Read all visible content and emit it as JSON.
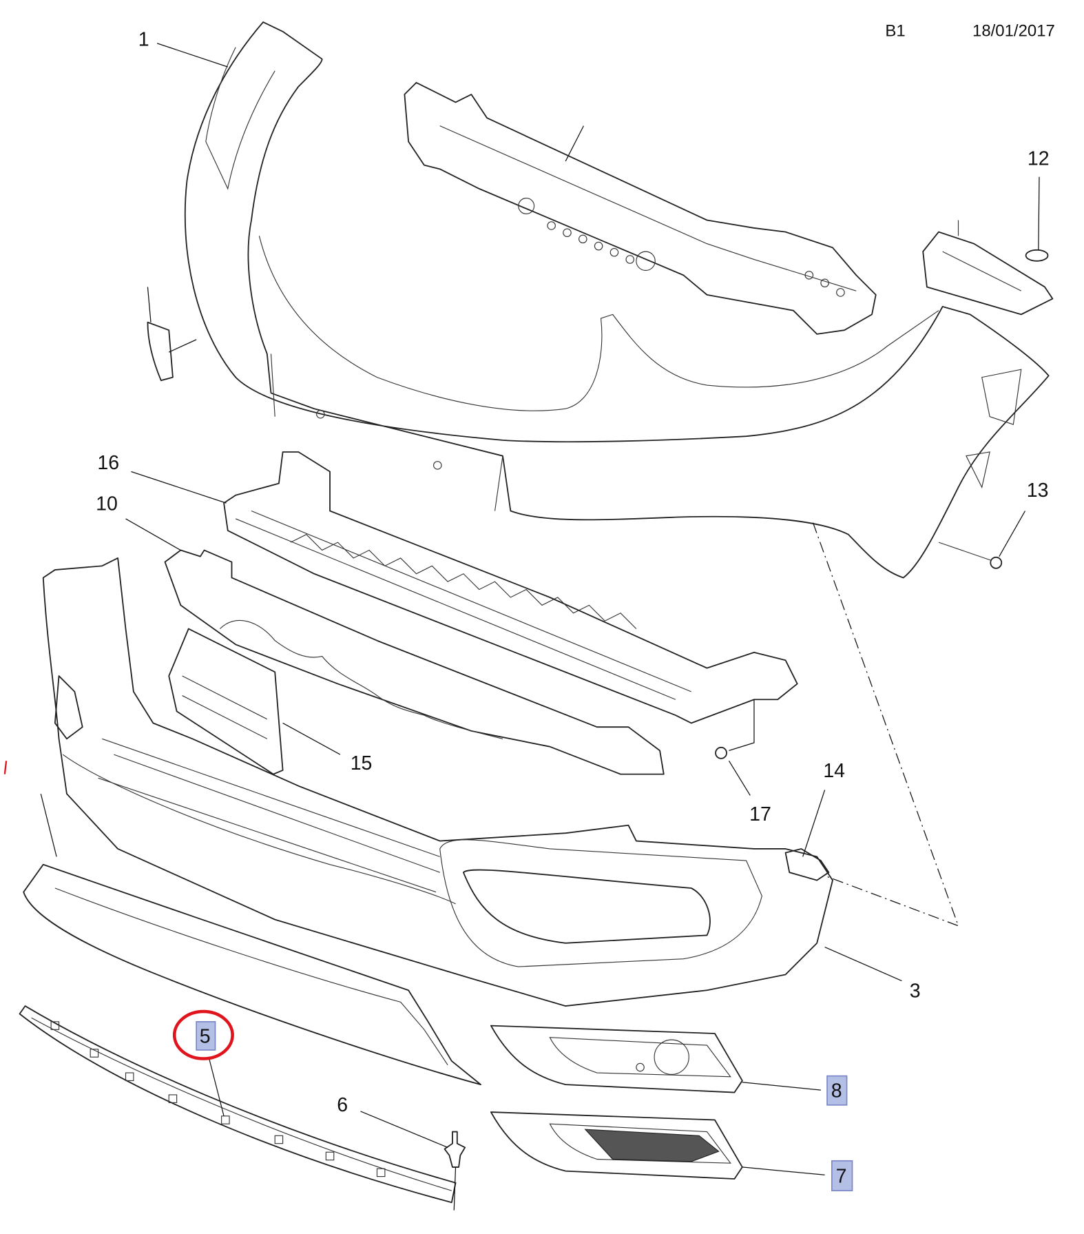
{
  "header": {
    "sheet": "B1",
    "date": "18/01/2017"
  },
  "callouts": {
    "p1": "1",
    "p3": "3",
    "p5": "5",
    "p6": "6",
    "p7": "7",
    "p8": "8",
    "p10": "10",
    "p12": "12",
    "p13": "13",
    "p14": "14",
    "p15": "15",
    "p16": "16",
    "p17": "17"
  },
  "highlighted_callouts": [
    "5",
    "7",
    "8"
  ],
  "circled_callout": "5",
  "colors": {
    "highlight": "#b4bfe6",
    "circle": "#e0141c",
    "line": "#222222"
  }
}
